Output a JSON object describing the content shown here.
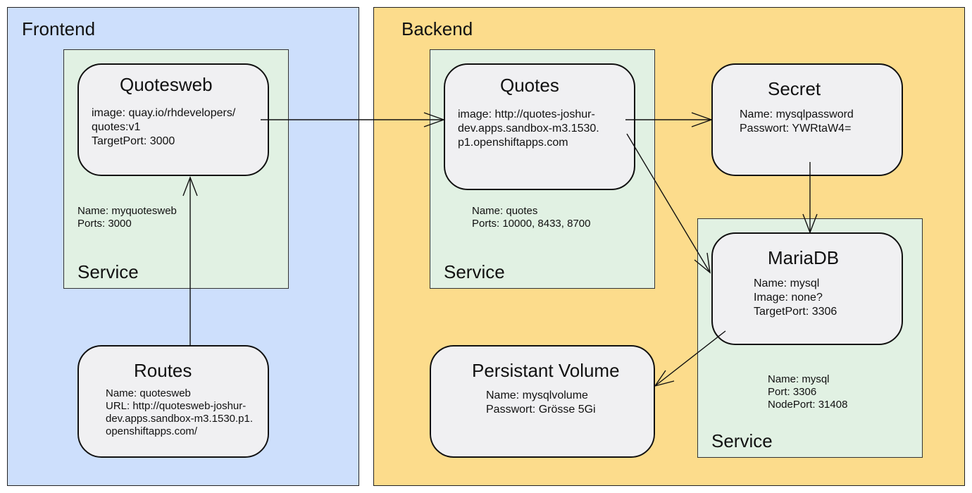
{
  "zones": {
    "frontend": {
      "title": "Frontend"
    },
    "backend": {
      "title": "Backend"
    }
  },
  "frontend": {
    "quotesweb": {
      "title": "Quotesweb",
      "details": "image: quay.io/rhdevelopers/\nquotes:v1\nTargetPort: 3000"
    },
    "service": {
      "details": "Name: myquotesweb\nPorts: 3000",
      "label": "Service"
    },
    "routes": {
      "title": "Routes",
      "details": "Name: quotesweb\nURL: http://quotesweb-joshur-\ndev.apps.sandbox-m3.1530.p1.\nopenshiftapps.com/"
    }
  },
  "backend": {
    "quotes": {
      "title": "Quotes",
      "details": "image: http://quotes-joshur-\ndev.apps.sandbox-m3.1530.\np1.openshiftapps.com"
    },
    "quotes_service": {
      "details": "Name: quotes\nPorts: 10000, 8433, 8700",
      "label": "Service"
    },
    "secret": {
      "title": "Secret",
      "details": "Name: mysqlpassword\nPasswort: YWRtaW4="
    },
    "mariadb": {
      "title": "MariaDB",
      "details": "Name: mysql\nImage: none?\nTargetPort: 3306"
    },
    "mariadb_service": {
      "details": "Name: mysql\nPort: 3306\nNodePort: 31408",
      "label": "Service"
    },
    "volume": {
      "title": "Persistant Volume",
      "details": "Name: mysqlvolume\nPasswort: Grösse 5Gi"
    }
  }
}
